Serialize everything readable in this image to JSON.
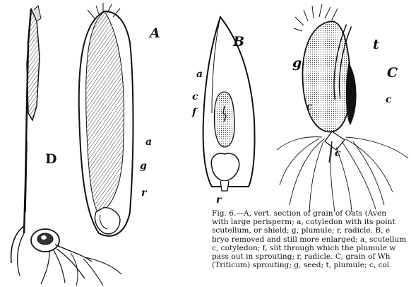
{
  "labels": {
    "A": "A",
    "a_A": "a",
    "g_A": "g",
    "r_A": "r",
    "B": "B",
    "a_B": "a",
    "c_B": "c",
    "f_B": "f",
    "r_B": "r",
    "g_C": "g",
    "t_C": "t",
    "C": "C",
    "c_left": "c",
    "c_right": "c",
    "c_bottom": "c",
    "D": "D"
  },
  "caption": {
    "line1": "Fig. 6.—A, vert. section of grain of Oats (Aven",
    "line2": "with large perisperm; a, cotyledon with its point",
    "line3": "scutellum, or shield; g, plumule; r, radicle.  B, e",
    "line4": "bryo removed and still more enlarged; a, scutellum",
    "line5": "c, cotyledon; f, slit through which the plumule w",
    "line6": "pass out in sprouting; r, radicle.  C, grain of Wh",
    "line7": "(Triticum) sprouting; g, seed; t, plumule; c, col"
  }
}
